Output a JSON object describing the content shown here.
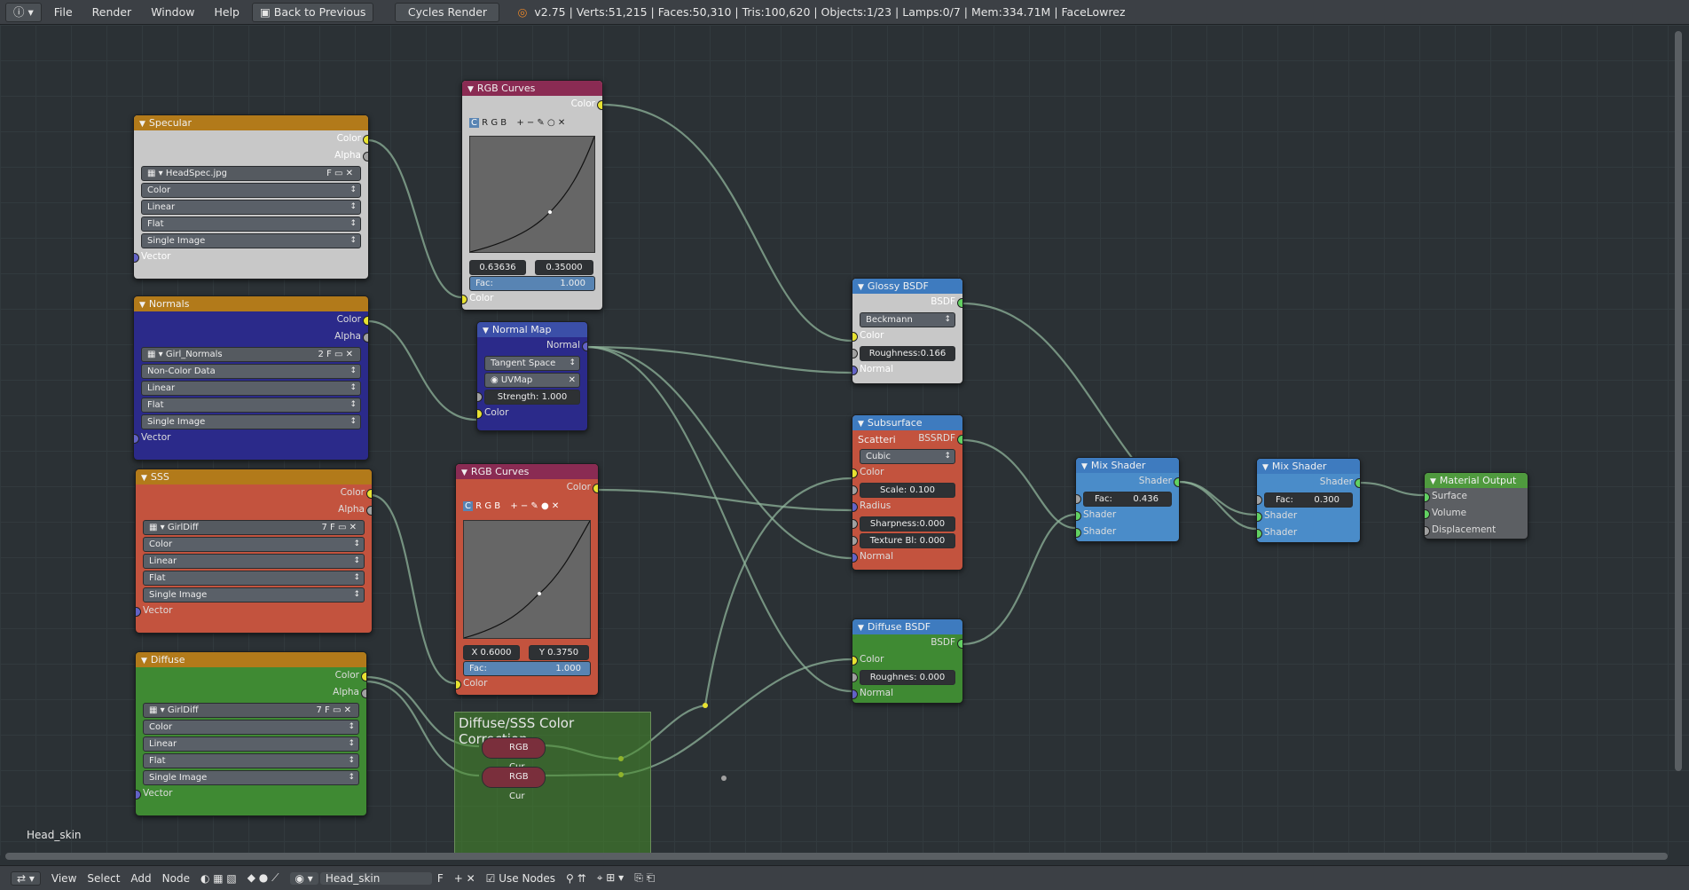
{
  "topbar": {
    "menus": [
      "File",
      "Render",
      "Window",
      "Help"
    ],
    "back_button": "Back to Previous",
    "engine": "Cycles Render",
    "status": "v2.75 | Verts:51,215 | Faces:50,310 | Tris:100,620 | Objects:1/23 | Lamps:0/7 | Mem:334.71M | FaceLowrez"
  },
  "nodes": {
    "specular": {
      "title": "Specular",
      "out_color": "Color",
      "out_alpha": "Alpha",
      "image": "HeadSpec.jpg",
      "image_flag": "F",
      "colorspace": "Color",
      "interp": "Linear",
      "projection": "Flat",
      "source": "Single Image",
      "vector": "Vector"
    },
    "normals": {
      "title": "Normals",
      "out_color": "Color",
      "out_alpha": "Alpha",
      "image": "Girl_Normals",
      "users": "2",
      "image_flag": "F",
      "colorspace": "Non-Color Data",
      "interp": "Linear",
      "projection": "Flat",
      "source": "Single Image",
      "vector": "Vector"
    },
    "sss": {
      "title": "SSS",
      "out_color": "Color",
      "out_alpha": "Alpha",
      "image": "GirlDiff",
      "users": "7",
      "image_flag": "F",
      "colorspace": "Color",
      "interp": "Linear",
      "projection": "Flat",
      "source": "Single Image",
      "vector": "Vector"
    },
    "diffuse": {
      "title": "Diffuse",
      "out_color": "Color",
      "out_alpha": "Alpha",
      "image": "GirlDiff",
      "users": "7",
      "image_flag": "F",
      "colorspace": "Color",
      "interp": "Linear",
      "projection": "Flat",
      "source": "Single Image",
      "vector": "Vector"
    },
    "rgbcurves1": {
      "title": "RGB Curves",
      "out_color": "Color",
      "tabs": [
        "C",
        "R",
        "G",
        "B"
      ],
      "x": "0.63636",
      "y": "0.35000",
      "fac_label": "Fac:",
      "fac": "1.000",
      "in_color": "Color"
    },
    "normalmap": {
      "title": "Normal Map",
      "out_normal": "Normal",
      "space": "Tangent Space",
      "uvmap": "UVMap",
      "strength_label": "Strength:",
      "strength": "1.000",
      "in_color": "Color"
    },
    "rgbcurves2": {
      "title": "RGB Curves",
      "out_color": "Color",
      "tabs": [
        "C",
        "R",
        "G",
        "B"
      ],
      "x": "X 0.6000",
      "y": "Y 0.3750",
      "fac_label": "Fac:",
      "fac": "1.000",
      "in_color": "Color"
    },
    "glossy": {
      "title": "Glossy BSDF",
      "out": "BSDF",
      "dist": "Beckmann",
      "in_color": "Color",
      "roughness": "Roughness:0.166",
      "in_normal": "Normal"
    },
    "sss_shader": {
      "title": "Subsurface Scatteri",
      "out": "BSSRDF",
      "falloff": "Cubic",
      "in_color": "Color",
      "scale_label": "Scale:",
      "scale": "0.100",
      "radius": "Radius",
      "sharpness": "Sharpness:0.000",
      "texture_blur": "Texture Bl: 0.000",
      "in_normal": "Normal"
    },
    "diffuse_bsdf": {
      "title": "Diffuse BSDF",
      "out": "BSDF",
      "in_color": "Color",
      "roughness": "Roughnes: 0.000",
      "in_normal": "Normal"
    },
    "mix1": {
      "title": "Mix Shader",
      "out": "Shader",
      "fac_label": "Fac:",
      "fac": "0.436",
      "in1": "Shader",
      "in2": "Shader"
    },
    "mix2": {
      "title": "Mix Shader",
      "out": "Shader",
      "fac_label": "Fac:",
      "fac": "0.300",
      "in1": "Shader",
      "in2": "Shader"
    },
    "output": {
      "title": "Material Output",
      "surface": "Surface",
      "volume": "Volume",
      "displacement": "Displacement"
    }
  },
  "frame": {
    "title": "Diffuse/SSS Color Correction",
    "group1": "RGB Cur",
    "group2": "RGB Cur"
  },
  "material_label": "Head_skin",
  "bottombar": {
    "menus": [
      "View",
      "Select",
      "Add",
      "Node"
    ],
    "material": "Head_skin",
    "flag": "F",
    "use_nodes": "Use Nodes"
  }
}
